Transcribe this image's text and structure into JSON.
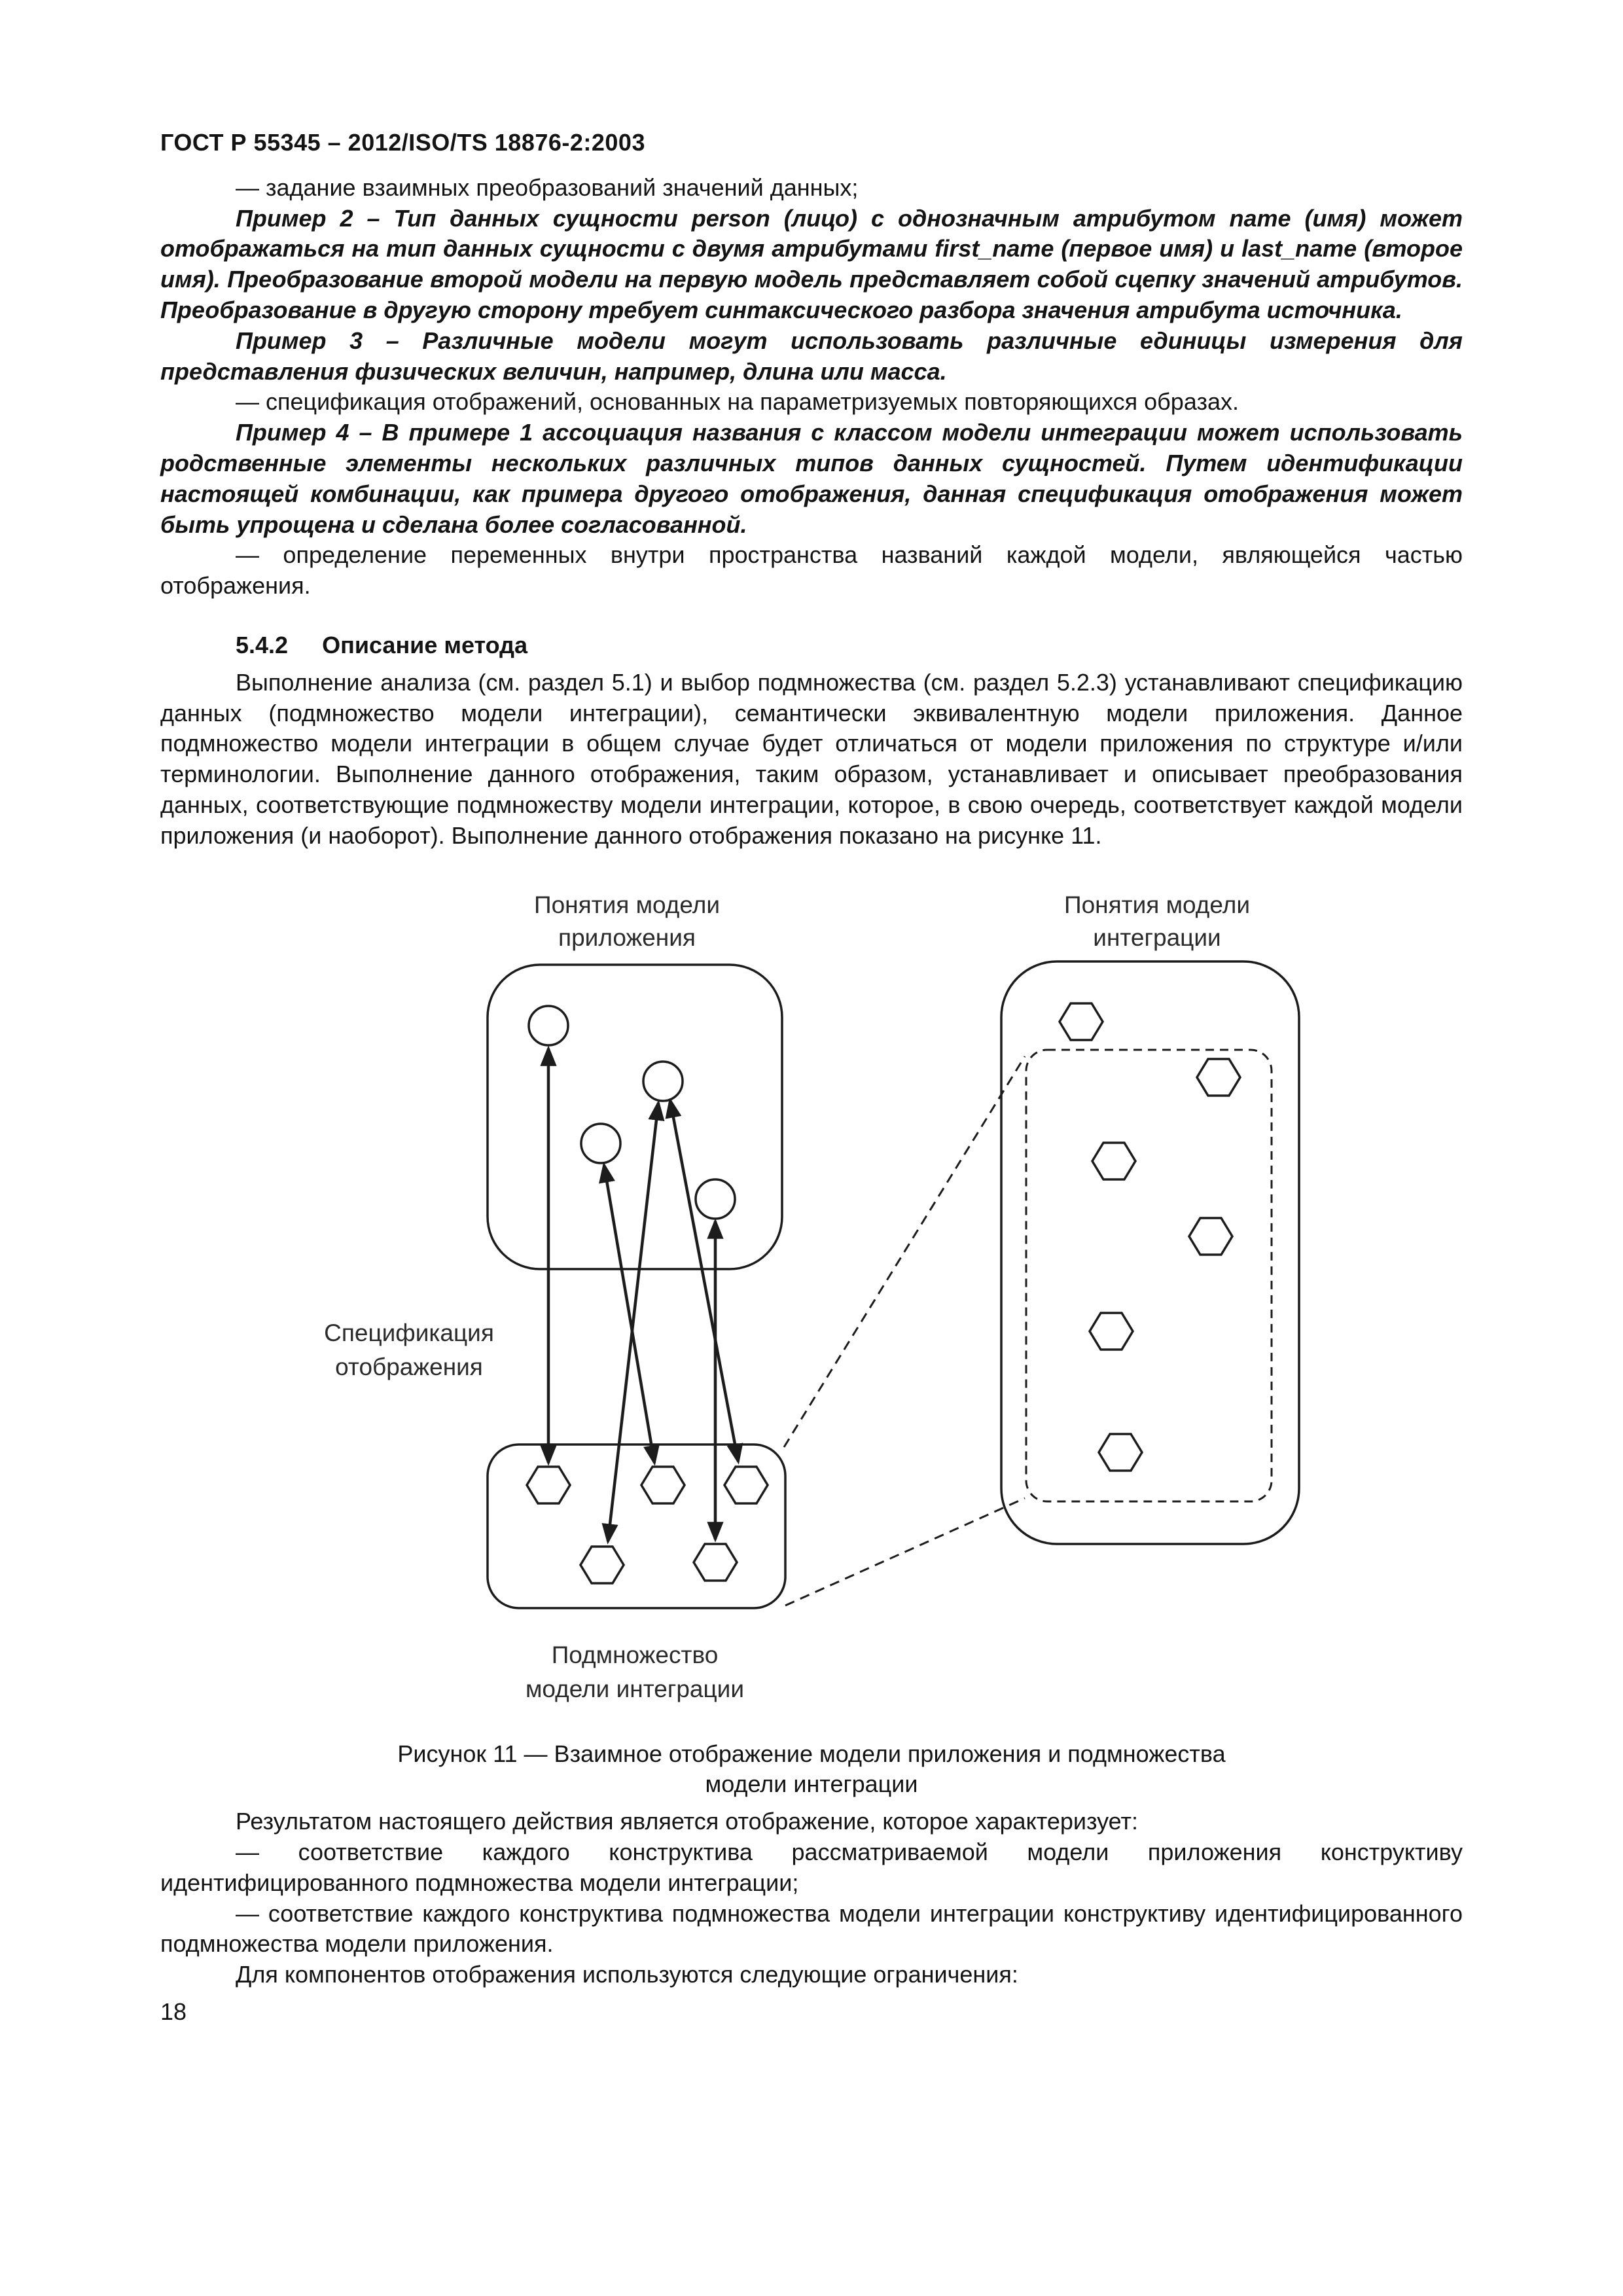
{
  "doc": {
    "header": "ГОСТ Р 55345 – 2012/ISO/TS 18876-2:2003",
    "page_number": "18"
  },
  "content": {
    "bullet_transform": "— задание взаимных преобразований значений данных;",
    "example2": "Пример 2 – Тип данных сущности person (лицо) с однозначным атрибутом name (имя) может отображаться на тип данных сущности с двумя атрибутами first_name (первое имя) и last_name (второе имя). Преобразование второй модели на первую модель представляет собой сцепку значений атрибутов. Преобразование в другую сторону требует синтаксического разбора значения атрибута источника.",
    "example3": "Пример 3 –  Различные модели могут использовать различные единицы измерения для представления физических величин, например, длина или масса.",
    "bullet_spec": "— спецификация отображений, основанных на параметризуемых повторяющихся образах.",
    "example4": "Пример 4 – В примере 1 ассоциация названия с классом модели интеграции может использовать родственные элементы нескольких различных типов данных сущностей. Путем идентификации настоящей комбинации, как примера другого отображения, данная спецификация отображения может быть упрощена и сделана более согласованной.",
    "bullet_def": "— определение переменных внутри пространства названий каждой модели, являющейся частью отображения.",
    "section": {
      "number": "5.4.2",
      "title": "Описание метода"
    },
    "para_method": "Выполнение анализа (см. раздел 5.1) и выбор подмножества (см. раздел 5.2.3) устанавливают спецификацию данных (подмножество модели интеграции), семантически эквивалентную модели приложения. Данное подмножество модели интеграции в общем случае будет отличаться от модели приложения по структуре и/или терминологии. Выполнение данного отображения, таким образом, устанавливает и описывает преобразования данных, соответствующие подмножеству модели интеграции, которое, в свою очередь, соответствует каждой модели приложения (и наоборот). Выполнение данного отображения показано на рисунке 11.",
    "para_result": "Результатом настоящего действия является отображение, которое характеризует:",
    "bullet_match_app": "— соответствие каждого конструктива рассматриваемой модели приложения конструктиву идентифицированного подмножества модели интеграции;",
    "bullet_match_int": "— соответствие каждого конструктива подмножества модели интеграции конструктиву идентифицированного подмножества модели приложения.",
    "para_constraints": "Для компонентов отображения используются следующие ограничения:"
  },
  "figure": {
    "labels": {
      "app_line1": "Понятия модели",
      "app_line2": "приложения",
      "int_line1": "Понятия модели",
      "int_line2": "интеграции",
      "spec_line1": "Спецификация",
      "spec_line2": "отображения",
      "subset_line1": "Подмножество",
      "subset_line2": "модели интеграции"
    },
    "caption_line1": "Рисунок 11 — Взаимное отображение модели приложения и подмножества",
    "caption_line2": "модели интеграции"
  }
}
